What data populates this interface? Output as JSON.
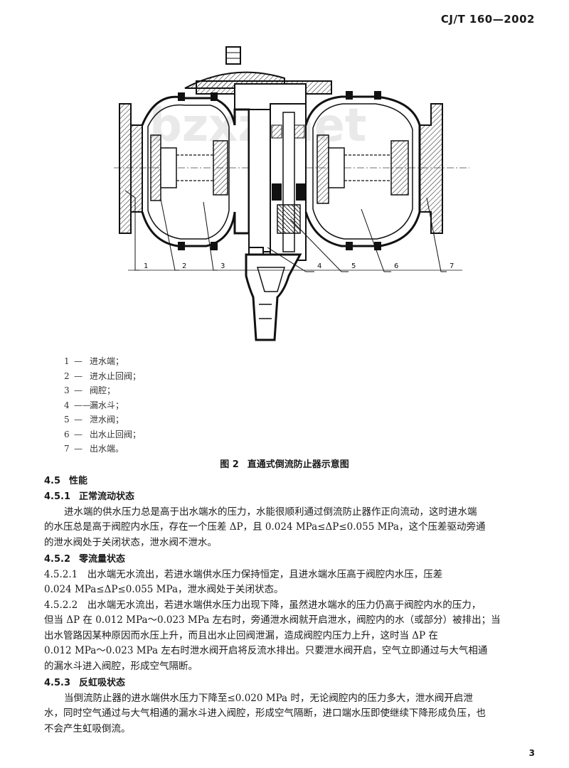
{
  "header": {
    "standard_code": "CJ/T 160—2002"
  },
  "figure": {
    "watermark": "bzxz.net",
    "callouts": [
      "1",
      "2",
      "3",
      "4",
      "5",
      "6",
      "7"
    ],
    "legend": [
      {
        "num": "1",
        "dash": "—",
        "label": "进水端；"
      },
      {
        "num": "2",
        "dash": "—",
        "label": "进水止回阀；"
      },
      {
        "num": "3",
        "dash": "—",
        "label": "阀腔；"
      },
      {
        "num": "4",
        "dash": "——",
        "label": "漏水斗；"
      },
      {
        "num": "5",
        "dash": "—",
        "label": "泄水阀；"
      },
      {
        "num": "6",
        "dash": "—",
        "label": "出水止回阀；"
      },
      {
        "num": "7",
        "dash": "—",
        "label": "出水端。"
      }
    ],
    "caption_number": "图 2",
    "caption_title": "直通式倒流防止器示意图"
  },
  "sections": {
    "s45": {
      "num": "4.5",
      "title": "性能"
    },
    "s451": {
      "num": "4.5.1",
      "title": "正常流动状态",
      "line1": "进水端的供水压力总是高于出水端水的压力，水能很顺利通过倒流防止器作正向流动，这时进水端",
      "line2": "的水压总是高于阀腔内水压，存在一个压差 ΔP，且 0.024 MPa≤ΔP≤0.055 MPa，这个压差驱动旁通",
      "line3": "的泄水阀处于关闭状态，泄水阀不泄水。"
    },
    "s452": {
      "num": "4.5.2",
      "title": "零流量状态"
    },
    "s4521": {
      "line1": "4.5.2.1　出水端无水流出，若进水端供水压力保持恒定，且进水端水压高于阀腔内水压，压差",
      "line2": "0.024 MPa≤ΔP≤0.055 MPa，泄水阀处于关闭状态。"
    },
    "s4522": {
      "line1": "4.5.2.2　出水端无水流出，若进水端供水压力出现下降，虽然进水端水的压力仍高于阀腔内水的压力，",
      "line2": "但当 ΔP 在 0.012 MPa～0.023 MPa 左右时，旁通泄水阀就开启泄水，阀腔内的水（或部分）被排出；当",
      "line3": "出水管路因某种原因而水压上升，而且出水止回阀泄漏，造成阀腔内压力上升，这时当 ΔP 在",
      "line4": "0.012 MPa～0.023 MPa 左右时泄水阀开启将反流水排出。只要泄水阀开启，空气立即通过与大气相通",
      "line5": "的漏水斗进入阀腔，形成空气隔断。"
    },
    "s453": {
      "num": "4.5.3",
      "title": "反虹吸状态",
      "line1": "当倒流防止器的进水端供水压力下降至≤0.020 MPa 时，无论阀腔内的压力多大，泄水阀开启泄",
      "line2": "水，同时空气通过与大气相通的漏水斗进入阀腔，形成空气隔断，进口端水压即使继续下降形成负压，也",
      "line3": "不会产生虹吸倒流。"
    }
  },
  "footer": {
    "page_number": "3"
  }
}
